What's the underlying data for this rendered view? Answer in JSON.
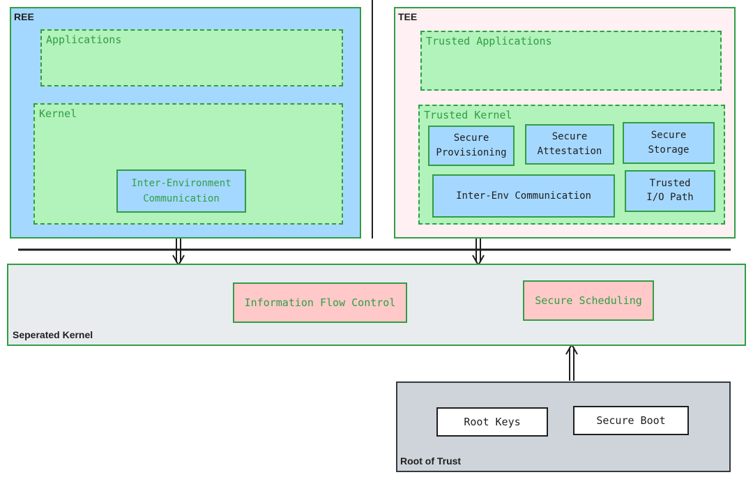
{
  "ree": {
    "title": "REE",
    "applications": "Applications",
    "kernel": "Kernel",
    "inter_env": "Inter-Environment Communication"
  },
  "tee": {
    "title": "TEE",
    "trusted_apps": "Trusted Applications",
    "trusted_kernel": "Trusted Kernel",
    "secure_provisioning": "Secure Provisioning",
    "secure_attestation": "Secure Attestation",
    "secure_storage": "Secure Storage",
    "inter_env_comm": "Inter-Env Communication",
    "trusted_io": "Trusted I/O Path"
  },
  "separated_kernel": {
    "title": "Seperated Kernel",
    "info_flow": "Information Flow Control",
    "secure_scheduling": "Secure Scheduling"
  },
  "root_of_trust": {
    "title": "Root of Trust",
    "root_keys": "Root Keys",
    "secure_boot": "Secure Boot"
  },
  "colors": {
    "ree_bg": "#a5d8ff",
    "tee_bg": "#fff0f3",
    "green": "#2f9e44",
    "green_fill": "#b2f2bb",
    "pink_fill": "#ffc9c9",
    "kernel_bg": "#e9ecef",
    "root_bg": "#ced4da"
  }
}
